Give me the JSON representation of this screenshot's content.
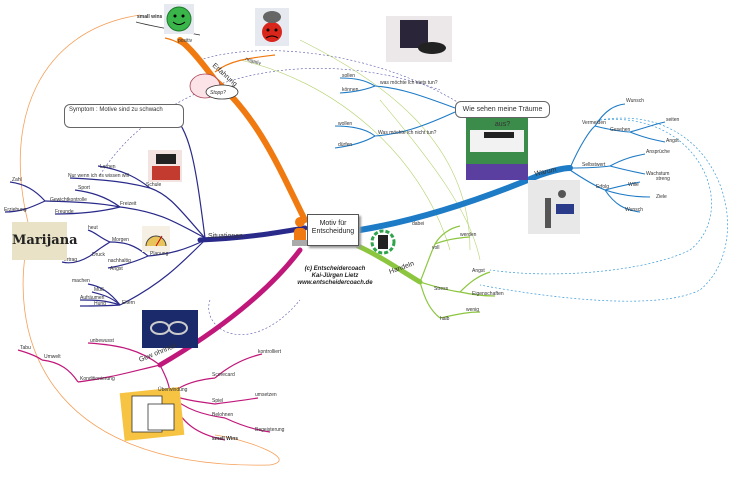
{
  "center": {
    "title": "Motiv für Entscheidung",
    "credit_1": "(c) Entscheidercoach",
    "credit_2": "Kai-Jürgen Lietz",
    "credit_3": "www.entscheidercoach.de"
  },
  "branches": {
    "erfahrung": "Erfahrung",
    "situationen": "Situationen",
    "gewohnheit": "Gew ohnheit",
    "warum": "Warum",
    "handeln": "Handeln"
  },
  "erfahrung": {
    "positiv": "positiv",
    "negativ": "negativ",
    "small_wins_top": "small wins",
    "bubble": "Stopp?"
  },
  "situationen": {
    "symptom": "Symptom : Motive sind zu schwach",
    "schule": "Schule",
    "lernen": "Lernen",
    "nur_wenn": "Nur wenn ich es wissen will",
    "sport": "Sport",
    "gewicht": "Gewichtkontrolle",
    "zahl": "Zahl",
    "freizeit": "Freizeit",
    "freunde": "Freunde",
    "erziehung": "Erziehung",
    "marijana": "Marijana",
    "planung": "Planung",
    "heut": "heut",
    "morgen": "Morgen",
    "druck": "Druck",
    "nachhaltig": "nachhaltig",
    "angst": "Angst",
    "ertrag": "ertrag",
    "eltern": "Eltern",
    "mach": "machen",
    "muss": "Muß",
    "aufraeumen": "Aufräumen",
    "hund": "Hund"
  },
  "gewohnheit": {
    "unbewusst": "unbewusst",
    "konditionierung": "Konditionierung",
    "umwelt": "Umwelt",
    "tabu": "Tabu",
    "ueberwindung": "Überwindung",
    "scorecard": "Scorecard",
    "spiel": "Spiel",
    "belohnen": "Belohnen",
    "small_wins": "small Wins",
    "kontrolle": "kontrolliert",
    "umsetzen": "umsetzen",
    "begeisterung": "Begeisterung"
  },
  "traeume": {
    "title": "Wie sehen meine Träume aus?",
    "was_moechte": "was möchte ich stets tun?",
    "was_nicht": "Was möchte ich nicht tun?",
    "sollen": "sollen",
    "koennen": "können",
    "wollen": "wollen",
    "duerfen": "dürfen"
  },
  "warum": {
    "vermeiden": "Vermeiden",
    "wunsch": "Wunsch",
    "gesehen": "Gesehen",
    "seiten": "seiten",
    "angst": "Angst",
    "selbstwert": "Selbstwert",
    "ansprueche": "Ansprüche",
    "wachstum": "Wachstum",
    "erfolg": "Erfolg",
    "wille": "Wille",
    "streng": "streng",
    "ziele": "Ziele",
    "wunsch2": "Wunsch"
  },
  "handeln": {
    "dabei": "dabei",
    "voll": "voll",
    "werden": "werden",
    "stress": "Stress",
    "angst": "Angst",
    "eigen": "Eigenschaften",
    "halb": "halb",
    "wenig": "wenig"
  },
  "colors": {
    "erfahrung": "#f07a10",
    "situationen": "#2a2a8a",
    "gewohnheit": "#c0187a",
    "warum": "#1e7bc6",
    "handeln": "#8cc63f"
  }
}
